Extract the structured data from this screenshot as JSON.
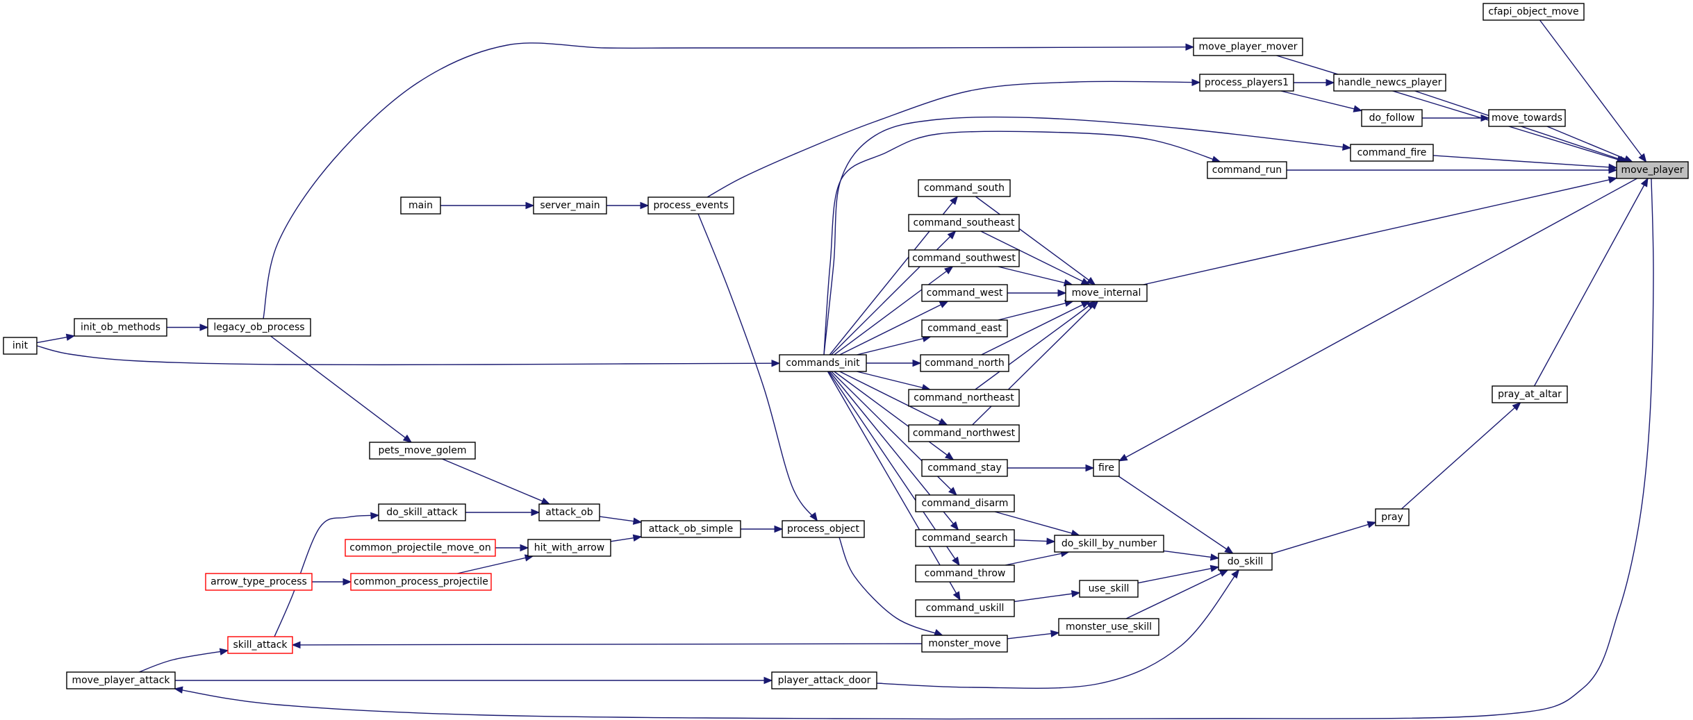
{
  "graph": {
    "colors": {
      "edge": "#191970",
      "node_border": "#000000",
      "truncated_border": "#ff0000",
      "highlight_fill": "#bfbfbf"
    },
    "nodes": [
      {
        "id": "cfapi_object_move",
        "label": "cfapi_object_move"
      },
      {
        "id": "move_player_mover",
        "label": "move_player_mover"
      },
      {
        "id": "process_players1",
        "label": "process_players1"
      },
      {
        "id": "handle_newcs_player",
        "label": "handle_newcs_player"
      },
      {
        "id": "do_follow",
        "label": "do_follow"
      },
      {
        "id": "move_towards",
        "label": "move_towards"
      },
      {
        "id": "command_fire",
        "label": "command_fire"
      },
      {
        "id": "command_run",
        "label": "command_run"
      },
      {
        "id": "move_player",
        "label": "move_player",
        "highlight": true
      },
      {
        "id": "command_south",
        "label": "command_south"
      },
      {
        "id": "main",
        "label": "main"
      },
      {
        "id": "server_main",
        "label": "server_main"
      },
      {
        "id": "process_events",
        "label": "process_events"
      },
      {
        "id": "command_southeast",
        "label": "command_southeast"
      },
      {
        "id": "command_southwest",
        "label": "command_southwest"
      },
      {
        "id": "command_west",
        "label": "command_west"
      },
      {
        "id": "move_internal",
        "label": "move_internal"
      },
      {
        "id": "init",
        "label": "init"
      },
      {
        "id": "init_ob_methods",
        "label": "init_ob_methods"
      },
      {
        "id": "legacy_ob_process",
        "label": "legacy_ob_process"
      },
      {
        "id": "command_east",
        "label": "command_east"
      },
      {
        "id": "commands_init",
        "label": "commands_init"
      },
      {
        "id": "command_north",
        "label": "command_north"
      },
      {
        "id": "pray_at_altar",
        "label": "pray_at_altar"
      },
      {
        "id": "command_northeast",
        "label": "command_northeast"
      },
      {
        "id": "command_northwest",
        "label": "command_northwest"
      },
      {
        "id": "pets_move_golem",
        "label": "pets_move_golem"
      },
      {
        "id": "command_stay",
        "label": "command_stay"
      },
      {
        "id": "fire",
        "label": "fire"
      },
      {
        "id": "command_disarm",
        "label": "command_disarm"
      },
      {
        "id": "do_skill_attack",
        "label": "do_skill_attack"
      },
      {
        "id": "attack_ob",
        "label": "attack_ob"
      },
      {
        "id": "pray",
        "label": "pray"
      },
      {
        "id": "attack_ob_simple",
        "label": "attack_ob_simple"
      },
      {
        "id": "process_object",
        "label": "process_object"
      },
      {
        "id": "command_search",
        "label": "command_search"
      },
      {
        "id": "do_skill_by_number",
        "label": "do_skill_by_number"
      },
      {
        "id": "common_projectile_move_on",
        "label": "common_projectile_move_on",
        "truncated": true
      },
      {
        "id": "hit_with_arrow",
        "label": "hit_with_arrow"
      },
      {
        "id": "do_skill",
        "label": "do_skill"
      },
      {
        "id": "command_throw",
        "label": "command_throw"
      },
      {
        "id": "arrow_type_process",
        "label": "arrow_type_process",
        "truncated": true
      },
      {
        "id": "common_process_projectile",
        "label": "common_process_projectile",
        "truncated": true
      },
      {
        "id": "use_skill",
        "label": "use_skill"
      },
      {
        "id": "command_uskill",
        "label": "command_uskill"
      },
      {
        "id": "monster_use_skill",
        "label": "monster_use_skill"
      },
      {
        "id": "skill_attack",
        "label": "skill_attack",
        "truncated": true
      },
      {
        "id": "monster_move",
        "label": "monster_move"
      },
      {
        "id": "move_player_attack",
        "label": "move_player_attack"
      },
      {
        "id": "player_attack_door",
        "label": "player_attack_door"
      }
    ],
    "edges": [
      {
        "from": "cfapi_object_move",
        "to": "move_player"
      },
      {
        "from": "move_player_mover",
        "to": "move_player"
      },
      {
        "from": "handle_newcs_player",
        "to": "move_player"
      },
      {
        "from": "move_towards",
        "to": "move_player"
      },
      {
        "from": "command_fire",
        "to": "move_player"
      },
      {
        "from": "command_run",
        "to": "move_player"
      },
      {
        "from": "move_internal",
        "to": "move_player"
      },
      {
        "from": "move_player",
        "to": "fire"
      },
      {
        "from": "pray_at_altar",
        "to": "move_player"
      },
      {
        "from": "move_player",
        "to": "move_player_attack"
      },
      {
        "from": "process_players1",
        "to": "handle_newcs_player"
      },
      {
        "from": "process_players1",
        "to": "do_follow"
      },
      {
        "from": "do_follow",
        "to": "move_towards"
      },
      {
        "from": "legacy_ob_process",
        "to": "move_player_mover"
      },
      {
        "from": "process_events",
        "to": "process_players1"
      },
      {
        "from": "process_events",
        "to": "process_object"
      },
      {
        "from": "main",
        "to": "server_main"
      },
      {
        "from": "server_main",
        "to": "process_events"
      },
      {
        "from": "commands_init",
        "to": "command_fire"
      },
      {
        "from": "commands_init",
        "to": "command_run"
      },
      {
        "from": "commands_init",
        "to": "command_south"
      },
      {
        "from": "commands_init",
        "to": "command_southeast"
      },
      {
        "from": "commands_init",
        "to": "command_southwest"
      },
      {
        "from": "commands_init",
        "to": "command_west"
      },
      {
        "from": "commands_init",
        "to": "command_east"
      },
      {
        "from": "commands_init",
        "to": "command_north"
      },
      {
        "from": "commands_init",
        "to": "command_northeast"
      },
      {
        "from": "commands_init",
        "to": "command_northwest"
      },
      {
        "from": "commands_init",
        "to": "command_stay"
      },
      {
        "from": "commands_init",
        "to": "command_disarm"
      },
      {
        "from": "commands_init",
        "to": "command_search"
      },
      {
        "from": "commands_init",
        "to": "command_throw"
      },
      {
        "from": "commands_init",
        "to": "command_uskill"
      },
      {
        "from": "command_south",
        "to": "move_internal"
      },
      {
        "from": "command_southeast",
        "to": "move_internal"
      },
      {
        "from": "command_southwest",
        "to": "move_internal"
      },
      {
        "from": "command_west",
        "to": "move_internal"
      },
      {
        "from": "command_east",
        "to": "move_internal"
      },
      {
        "from": "command_north",
        "to": "move_internal"
      },
      {
        "from": "command_northeast",
        "to": "move_internal"
      },
      {
        "from": "command_northwest",
        "to": "move_internal"
      },
      {
        "from": "init",
        "to": "init_ob_methods"
      },
      {
        "from": "init",
        "to": "commands_init"
      },
      {
        "from": "init_ob_methods",
        "to": "legacy_ob_process"
      },
      {
        "from": "legacy_ob_process",
        "to": "pets_move_golem"
      },
      {
        "from": "pets_move_golem",
        "to": "attack_ob"
      },
      {
        "from": "pray",
        "to": "pray_at_altar"
      },
      {
        "from": "do_skill",
        "to": "pray"
      },
      {
        "from": "command_stay",
        "to": "fire"
      },
      {
        "from": "fire",
        "to": "do_skill"
      },
      {
        "from": "command_disarm",
        "to": "do_skill_by_number"
      },
      {
        "from": "command_search",
        "to": "do_skill_by_number"
      },
      {
        "from": "command_throw",
        "to": "do_skill_by_number"
      },
      {
        "from": "do_skill_by_number",
        "to": "do_skill"
      },
      {
        "from": "use_skill",
        "to": "do_skill"
      },
      {
        "from": "monster_use_skill",
        "to": "do_skill"
      },
      {
        "from": "player_attack_door",
        "to": "do_skill"
      },
      {
        "from": "command_uskill",
        "to": "use_skill"
      },
      {
        "from": "monster_move",
        "to": "monster_use_skill"
      },
      {
        "from": "process_object",
        "to": "monster_move"
      },
      {
        "from": "monster_move",
        "to": "skill_attack"
      },
      {
        "from": "skill_attack",
        "to": "do_skill_attack"
      },
      {
        "from": "do_skill_attack",
        "to": "attack_ob"
      },
      {
        "from": "attack_ob",
        "to": "attack_ob_simple"
      },
      {
        "from": "hit_with_arrow",
        "to": "attack_ob_simple"
      },
      {
        "from": "attack_ob_simple",
        "to": "process_object"
      },
      {
        "from": "common_projectile_move_on",
        "to": "hit_with_arrow"
      },
      {
        "from": "common_process_projectile",
        "to": "hit_with_arrow"
      },
      {
        "from": "arrow_type_process",
        "to": "common_process_projectile"
      },
      {
        "from": "move_player_attack",
        "to": "skill_attack"
      },
      {
        "from": "move_player_attack",
        "to": "player_attack_door"
      }
    ]
  }
}
